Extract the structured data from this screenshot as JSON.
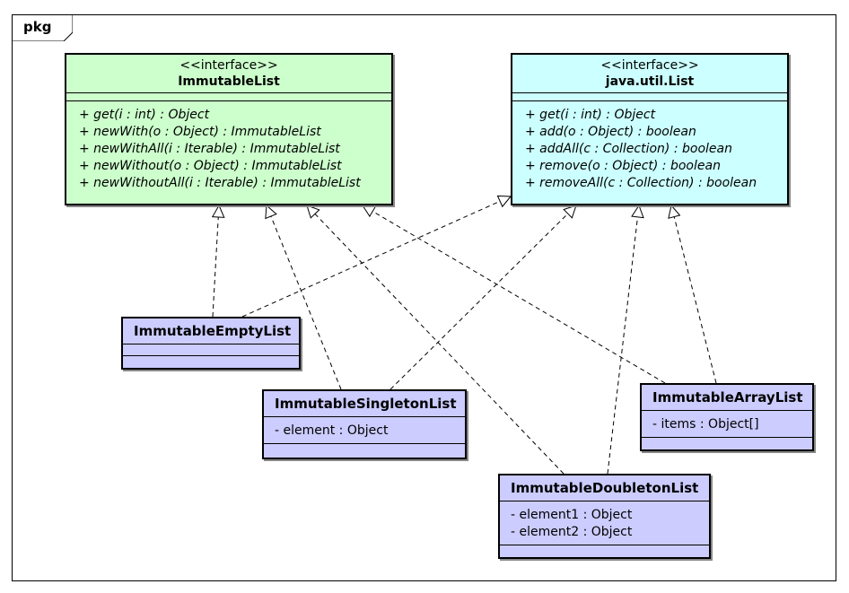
{
  "package": {
    "label": "pkg"
  },
  "interfaces": [
    {
      "stereotype": "<<interface>>",
      "name": "ImmutableList",
      "operations": [
        "+ get(i : int) : Object",
        "+ newWith(o : Object) : ImmutableList",
        "+ newWithAll(i : Iterable) : ImmutableList",
        "+ newWithout(o : Object) : ImmutableList",
        "+ newWithoutAll(i : Iterable) : ImmutableList"
      ],
      "color": "#ccffcc"
    },
    {
      "stereotype": "<<interface>>",
      "name": "java.util.List",
      "operations": [
        "+ get(i : int) : Object",
        "+ add(o : Object) : boolean",
        "+ addAll(c : Collection) : boolean",
        "+ remove(o : Object) : boolean",
        "+ removeAll(c : Collection) : boolean"
      ],
      "color": "#ccffff"
    }
  ],
  "classes": [
    {
      "name": "ImmutableEmptyList",
      "attributes": []
    },
    {
      "name": "ImmutableSingletonList",
      "attributes": [
        "- element : Object"
      ]
    },
    {
      "name": "ImmutableArrayList",
      "attributes": [
        "- items : Object[]"
      ]
    },
    {
      "name": "ImmutableDoubletonList",
      "attributes": [
        "- element1 : Object",
        "- element2 : Object"
      ]
    }
  ],
  "class_color": "#ccccff",
  "relationships": [
    {
      "type": "realization",
      "from": "ImmutableEmptyList",
      "to": "ImmutableList"
    },
    {
      "type": "realization",
      "from": "ImmutableEmptyList",
      "to": "java.util.List"
    },
    {
      "type": "realization",
      "from": "ImmutableSingletonList",
      "to": "ImmutableList"
    },
    {
      "type": "realization",
      "from": "ImmutableSingletonList",
      "to": "java.util.List"
    },
    {
      "type": "realization",
      "from": "ImmutableDoubletonList",
      "to": "ImmutableList"
    },
    {
      "type": "realization",
      "from": "ImmutableDoubletonList",
      "to": "java.util.List"
    },
    {
      "type": "realization",
      "from": "ImmutableArrayList",
      "to": "ImmutableList"
    },
    {
      "type": "realization",
      "from": "ImmutableArrayList",
      "to": "java.util.List"
    }
  ]
}
